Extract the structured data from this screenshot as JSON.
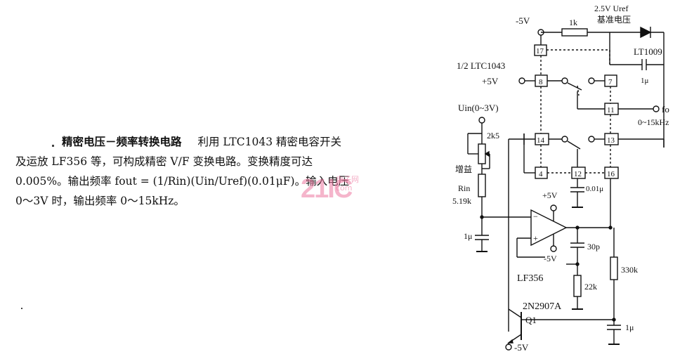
{
  "description": {
    "heading": "精密电压－频率转换电路",
    "line1_rest": "利用 LTC1043 精密电容开关",
    "line2": "及运放 LF356 等，可构成精密 V/F 变换电路。变换精度可达",
    "line3": "0.005%。输出频率 fout = (1/Rin)(Uin/Uref)(0.01μF)。输入电压",
    "line4": "0～3V 时，输出频率 0～15kHz。"
  },
  "watermark": {
    "main": "21IC",
    "sub1": "电子网",
    "sub2": "com"
  },
  "schematic": {
    "neg5v_top": "-5V",
    "r_1k": "1k",
    "uref_label": "2.5V Uref",
    "uref_sub": "基准电压",
    "ref_ic": "LT1009",
    "cap_ref": "1μ",
    "ltc_label": "1/2 LTC1043",
    "pos5v_left": "+5V",
    "uin_label": "Uin(0~3V)",
    "pot_2k5": "2k5",
    "gain_label": "增益",
    "rin_label": "Rin",
    "rin_value": "5.19k",
    "cap_in": "1μ",
    "pin17": "17",
    "pin8": "8",
    "pin7": "7",
    "pin11": "11",
    "pin14": "14",
    "pin13": "13",
    "pin4": "4",
    "pin12": "12",
    "pin16": "16",
    "fo_label": "fo",
    "fo_range": "0~15kHz",
    "cap_001": "0.01μ",
    "op_pos5v": "+5V",
    "op_neg5v": "-5V",
    "opamp": "LF356",
    "cap_30p": "30p",
    "r_22k": "22k",
    "r_330k": "330k",
    "cap_out": "1μ",
    "transistor": "2N2907A",
    "q_label": "Q1",
    "neg5v_bottom": "-5V"
  }
}
